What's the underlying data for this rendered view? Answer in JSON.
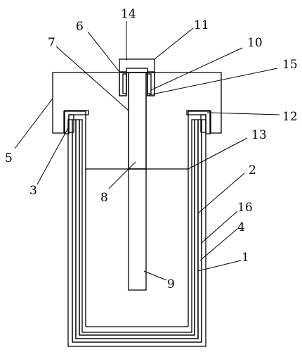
{
  "figure": {
    "labels": {
      "l1": "1",
      "l2": "2",
      "l3": "3",
      "l4": "4",
      "l5": "5",
      "l6": "6",
      "l7": "7",
      "l8": "8",
      "l9": "9",
      "l10": "10",
      "l11": "11",
      "l12": "12",
      "l13": "13",
      "l14": "14",
      "l15": "15",
      "l16": "16"
    }
  }
}
